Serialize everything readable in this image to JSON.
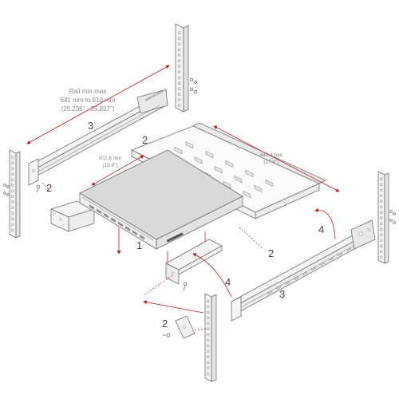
{
  "dimensions": {
    "rail_title": "Rail min-max",
    "rail_mm": "641 mm to 910 mm",
    "rail_in": "(25.236\" - 35.827\")",
    "depth_mm": "502.8 mm",
    "depth_in": "(19.8\")",
    "width_mm": "446.4 mm",
    "width_in": "(17.6\")"
  },
  "callouts": {
    "c1": "1",
    "c2_a": "2",
    "c2_b": "2",
    "c2_c": "2",
    "c2_d": "2",
    "c3_a": "3",
    "c3_b": "3",
    "c4_a": "4",
    "c4_b": "4"
  },
  "colors": {
    "line": "#6f6f6f",
    "accent_arrow": "#b22222",
    "device_top": "#d9d9d9"
  }
}
